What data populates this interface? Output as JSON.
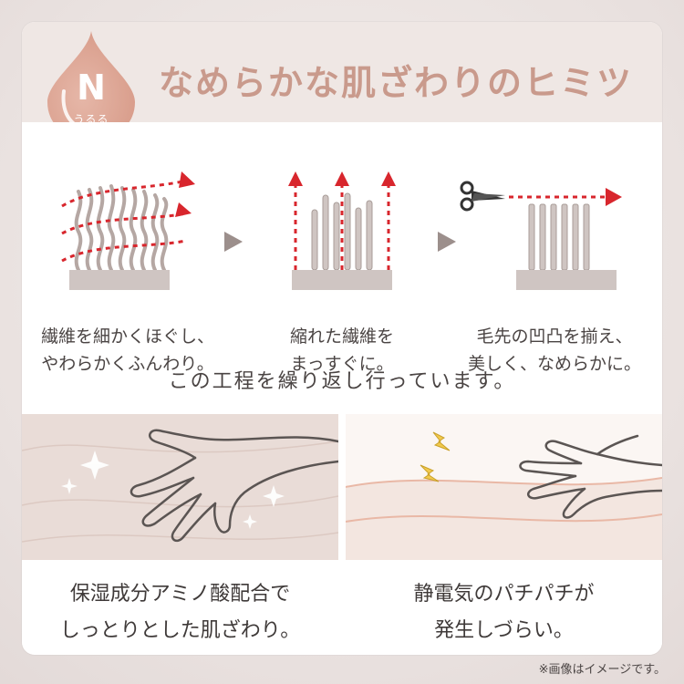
{
  "header": {
    "badge_letter": "N",
    "badge_sub": "うるる",
    "title": "なめらかな肌ざわりのヒミツ"
  },
  "steps": [
    {
      "caption": "繊維を細かくほぐし、\nやわらかくふんわり。"
    },
    {
      "caption": "縮れた繊維を\nまっすぐに。"
    },
    {
      "caption": "毛先の凹凸を揃え、\n美しく、なめらかに。"
    }
  ],
  "repeat_text": "この工程を繰り返し行っています。",
  "panels": [
    {
      "text": "保湿成分アミノ酸配合で\nしっとりとした肌ざわり。"
    },
    {
      "text": "静電気のパチパチが\n発生しづらい。"
    }
  ],
  "footnote": "※画像はイメージです。",
  "colors": {
    "accent": "#c99a8c",
    "header_bg": "#efe7e4",
    "arrow_red": "#d8262d",
    "fiber": "#b5a7a3",
    "base": "#cfc5c2"
  }
}
